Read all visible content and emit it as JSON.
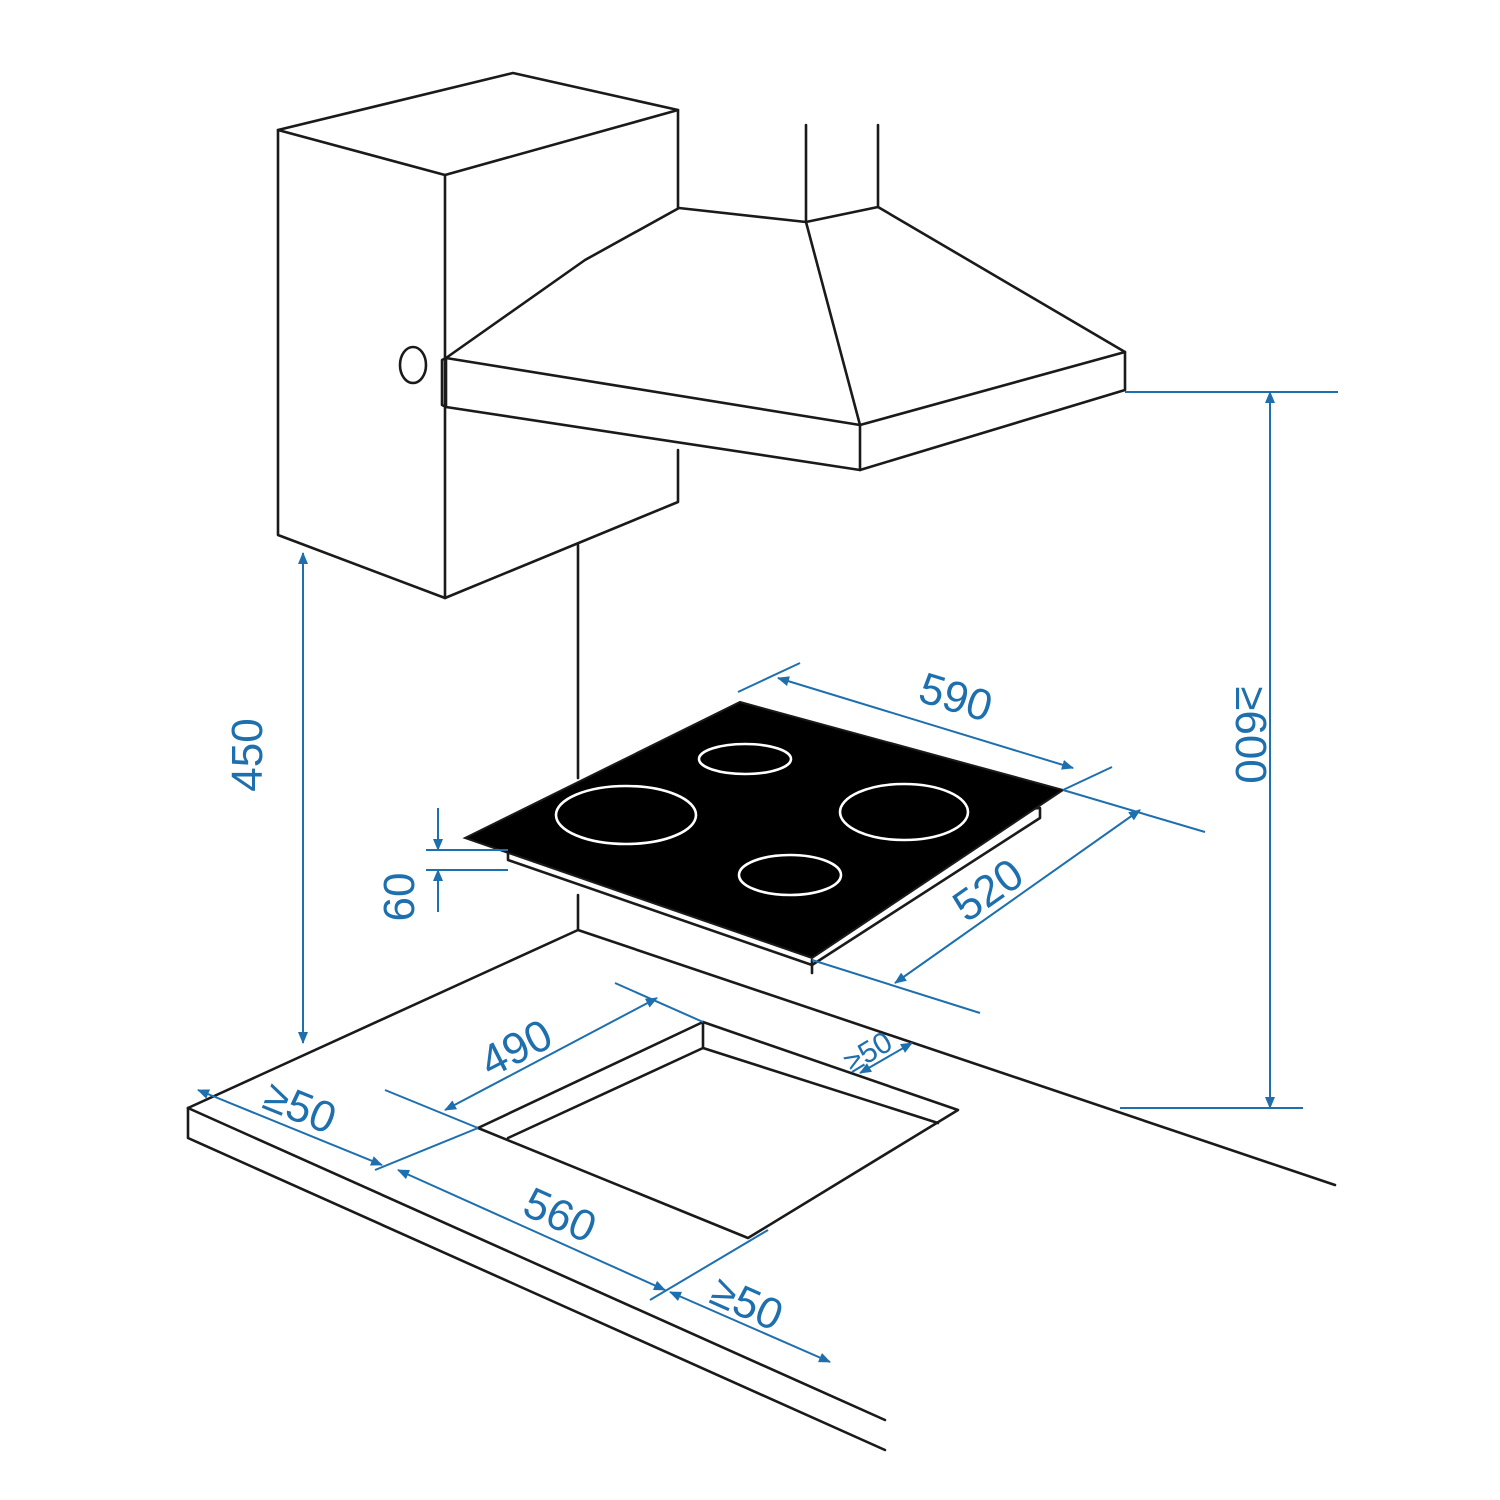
{
  "colors": {
    "line": "#1a1a1a",
    "dimension": "#1e6fae",
    "hob_glass": "#000000",
    "burner_ring": "#ffffff",
    "background": "#ffffff"
  },
  "dimensions": {
    "hob_width": "590",
    "hob_depth": "520",
    "hob_thickness": "60",
    "hood_to_hob_min": "≥600",
    "cabinet_to_worktop": "450",
    "cutout_depth": "490",
    "cutout_width": "560",
    "clearance_left": "≥50",
    "clearance_front": "≥50",
    "clearance_back": "≥50"
  }
}
